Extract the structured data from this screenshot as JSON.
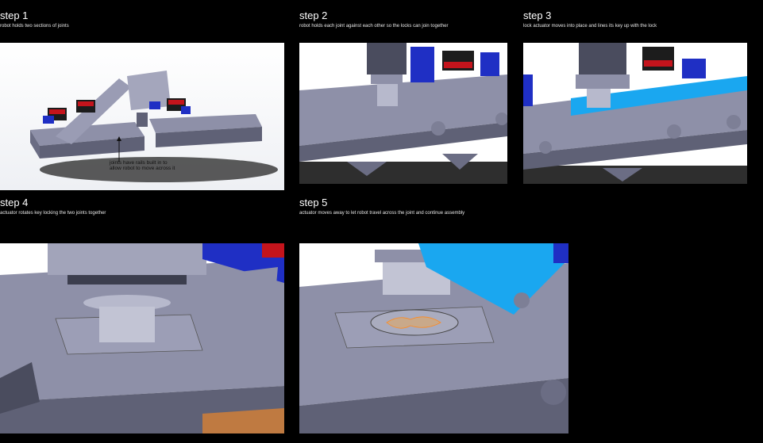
{
  "steps": [
    {
      "title": "step 1",
      "description": "robot holds two sections of joints"
    },
    {
      "title": "step 2",
      "description": "robot holds each joint against each other so the locks can join together"
    },
    {
      "title": "step 3",
      "description": "lock actuator moves into place and lines its key up with the lock"
    },
    {
      "title": "step 4",
      "description": "actuator rotates key locking the two joints together"
    },
    {
      "title": "step 5",
      "description": "actuator moves away to let robot travel across the joint and continue assembly"
    }
  ],
  "annotation": {
    "line1": "joints have rails built in to",
    "line2": "allow robot to move across it"
  },
  "colors": {
    "background": "#000000",
    "panel_bg": "#ffffff",
    "part_gray": "#8e90a8",
    "part_dark": "#5f6176",
    "servo_blue": "#1f2fc4",
    "servo_red": "#c4141c",
    "highlight_cyan": "#1aa7f0",
    "edge_orange": "#ff8a1e"
  }
}
